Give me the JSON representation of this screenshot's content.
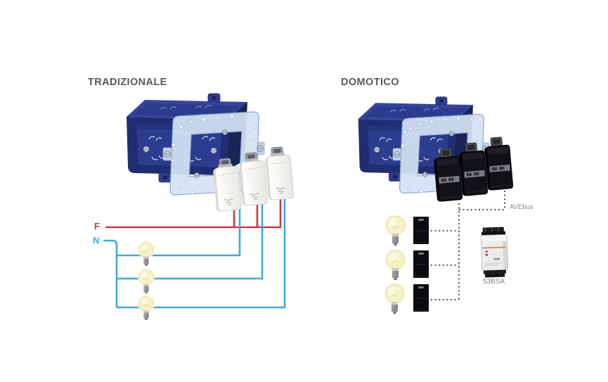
{
  "diagram": {
    "left": {
      "title": "TRADIZIONALE",
      "phase_label": "F",
      "neutral_label": "N"
    },
    "right": {
      "title": "DOMOTICO",
      "bus_label": "AVEbus",
      "device_label": "53BSA"
    },
    "colors": {
      "title_text": "#58595b",
      "caption_text": "#808285",
      "phase_wire": "#c23a4d",
      "neutral_wire": "#3fa9dc",
      "bus_dotted": "#3a3a3a",
      "box_navy": "#24327c",
      "frame_blue": "#d4e2f4",
      "switch_white": "#f6f5f1",
      "module_black": "#111116",
      "bulb_yellow": "#f6f2c8"
    }
  }
}
